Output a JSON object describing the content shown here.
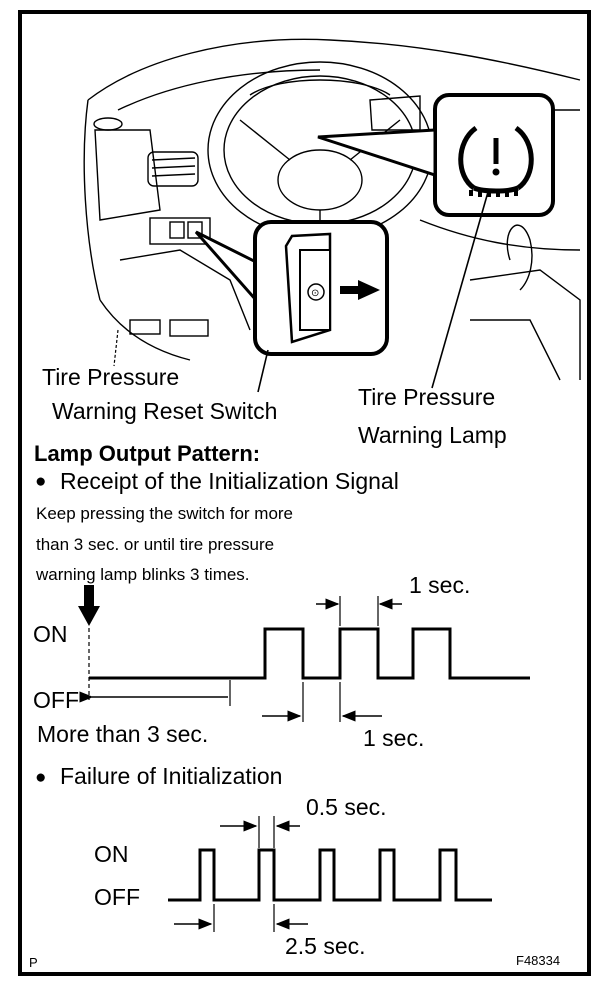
{
  "labels": {
    "reset_switch_line1": "Tire Pressure",
    "reset_switch_line2": "Warning Reset Switch",
    "lamp_line1": "Tire Pressure",
    "lamp_line2": "Warning Lamp"
  },
  "section_title": "Lamp Output Pattern:",
  "bullet": "●",
  "init": {
    "title": "Receipt of the Initialization Signal",
    "note_lines": [
      "Keep pressing the switch for more",
      "than 3 sec. or until tire pressure",
      "warning lamp blinks 3 times."
    ],
    "on_label": "ON",
    "off_label": "OFF",
    "pulse_width_label": "1 sec.",
    "gap_width_label": "1 sec.",
    "hold_label": "More than 3 sec.",
    "pulse_count": 3
  },
  "failure": {
    "title": "Failure of Initialization",
    "on_label": "ON",
    "off_label": "OFF",
    "pulse_width_label": "0.5 sec.",
    "period_label": "2.5 sec.",
    "pulse_count": 5
  },
  "footer": {
    "left": "P",
    "right": "F48334"
  }
}
